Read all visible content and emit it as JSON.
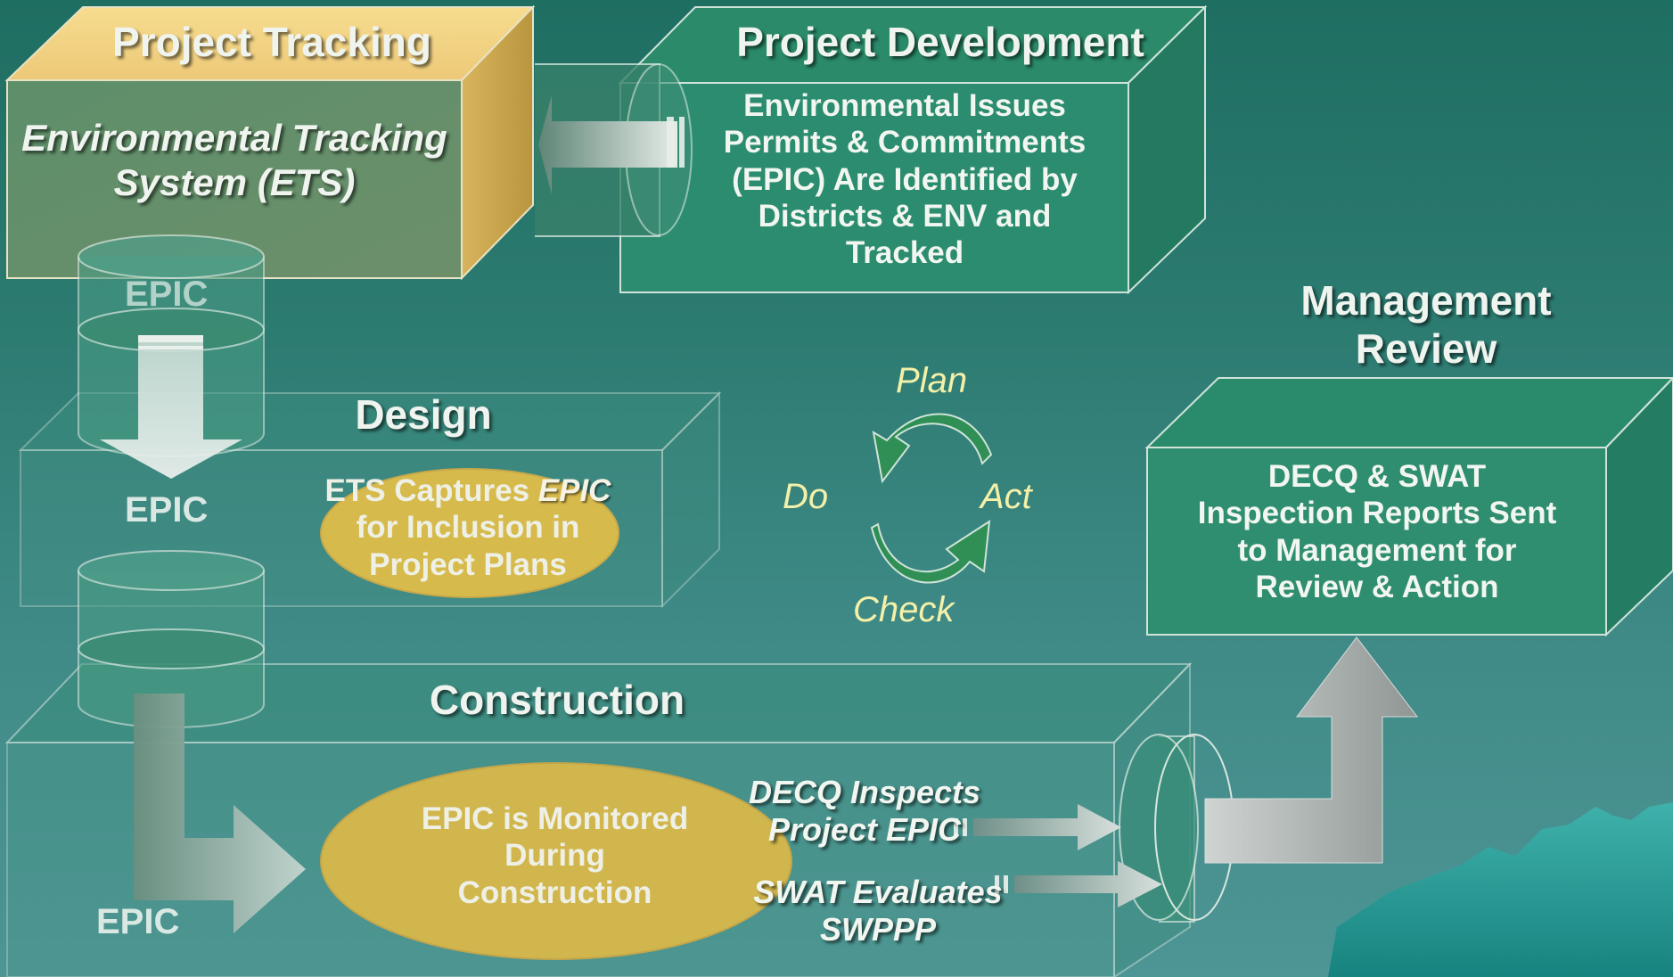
{
  "tracking": {
    "title": "Project Tracking",
    "line1": "Environmental Tracking",
    "line2": "System (ETS)"
  },
  "development": {
    "title": "Project Development",
    "body": "Environmental Issues Permits & Commitments (EPIC) Are Identified by Districts & ENV and Tracked"
  },
  "design": {
    "title": "Design",
    "epic": "EPIC",
    "ellipse_pre": "ETS Captures ",
    "ellipse_em": "EPIC",
    "ellipse_post": "for Inclusion in Project Plans"
  },
  "cylinder_epic": "EPIC",
  "construction": {
    "title": "Construction",
    "epic": "EPIC",
    "ellipse": "EPIC is Monitored During Construction",
    "inspect": "DECQ Inspects Project EPIC",
    "swat": "SWAT Evaluates SWPPP"
  },
  "management": {
    "title": "Management Review",
    "body": "DECQ & SWAT Inspection Reports Sent to Management for Review & Action"
  },
  "pdca": {
    "plan": "Plan",
    "do": "Do",
    "act": "Act",
    "check": "Check"
  },
  "colors": {
    "tan_face": "#f2d48a",
    "tan_side": "#c7a24e",
    "green_box": "#2e8a6e",
    "ellipse": "#d4b84c",
    "pdca_text": "#f4f0a8",
    "arrow_green": "#2f8f55"
  }
}
